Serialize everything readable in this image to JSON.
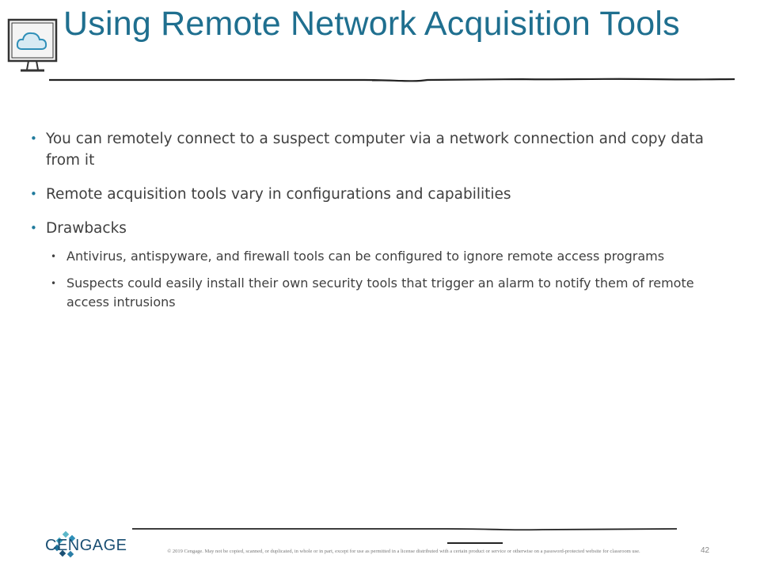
{
  "slide": {
    "title": "Using Remote Network Acquisition Tools",
    "bullets": [
      "You can remotely connect to a suspect computer via a network connection and copy data from it",
      "Remote acquisition tools vary in configurations and capabilities",
      "Drawbacks"
    ],
    "sub_bullets": [
      "Antivirus, antispyware, and firewall tools can be configured to ignore remote access programs",
      "Suspects could easily install their own security tools that trigger an alarm to notify them of remote access intrusions"
    ],
    "bullet_glyph": "•"
  },
  "footer": {
    "brand": "CENGAGE",
    "copyright": "© 2019 Cengage. May not be copied, scanned, or duplicated, in whole or in part, except for use as permitted in a license distributed with a certain product or service or otherwise on a password-protected website for classroom use.",
    "page_number": "42"
  },
  "colors": {
    "title": "#1f6f8f",
    "body_text": "#404040",
    "bullet_accent": "#1f7a9c",
    "brand": "#1a4f73"
  },
  "icons": {
    "title_icon": "cloud-monitor-icon",
    "brand_icon": "cengage-logo-mark"
  }
}
